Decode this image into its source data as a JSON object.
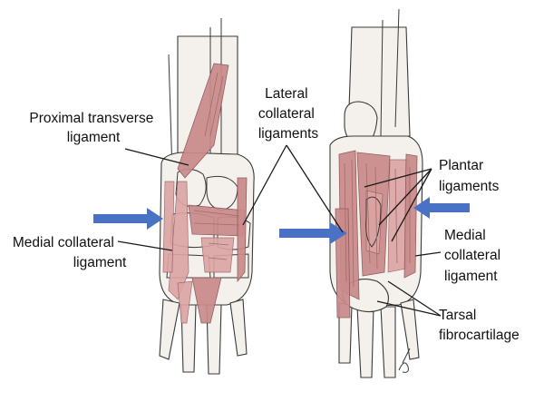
{
  "labels": {
    "proximal_transverse": [
      "Proximal transverse",
      "ligament"
    ],
    "lateral_collateral": [
      "Lateral",
      "collateral",
      "ligaments"
    ],
    "plantar": [
      "Plantar",
      "ligaments"
    ],
    "medial_collateral_left": [
      "Medial collateral",
      "ligament"
    ],
    "medial_collateral_right": [
      "Medial",
      "collateral",
      "ligament"
    ],
    "tarsal_fibrocartilage": [
      "Tarsal",
      "fibrocartilage"
    ]
  },
  "colors": {
    "ligament": "#c98b8b",
    "arrow": "#4a72c4",
    "bone_outline": "#3a3a3a"
  }
}
